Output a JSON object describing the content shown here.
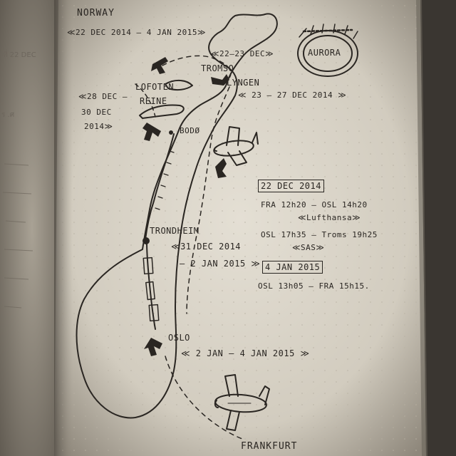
{
  "journal": {
    "title": "NORWAY",
    "trip_dates": "≪22 DEC 2014 – 4 JAN 2015≫",
    "aurora_label": "AURORA",
    "stops": {
      "tromso_dates": "≪22–23 DEC≫",
      "tromso": "TROMSO",
      "lyngen": "LYNGEN",
      "lyngen_dates": "≪ 23 – 27 DEC 2014 ≫",
      "lofoten": "LOFOTEN",
      "reine": "REINE",
      "lofoten_dates_1": "≪28 DEC –",
      "lofoten_dates_2": "30 DEC",
      "lofoten_dates_3": "2014≫",
      "bodo": "BODØ",
      "trondheim": "TRONDHEIM",
      "trondheim_dates_1": "≪31 DEC 2014",
      "trondheim_dates_2": "– 2 JAN 2015 ≫",
      "oslo": "OSLO",
      "oslo_dates": "≪ 2 JAN – 4 JAN 2015 ≫",
      "frankfurt": "FRANKFURT"
    },
    "flights": {
      "day1_header": "22 DEC 2014",
      "day1_line1": "FRA 12h20 – OSL 14h20",
      "day1_airline1": "≪Lufthansa≫",
      "day1_line2": "OSL 17h35 – Troms 19h25",
      "day1_airline2": "≪SAS≫",
      "day2_header": "4 JAN 2015",
      "day2_line1": "OSL 13h05 – FRA 15h15."
    },
    "previous_page": {
      "line1": "ที่ 22 DEC",
      "line2": "ร .ศ"
    }
  },
  "colors": {
    "paper": "#d9d3c6",
    "ink": "#2a2622",
    "backdrop": "#2a2724"
  }
}
